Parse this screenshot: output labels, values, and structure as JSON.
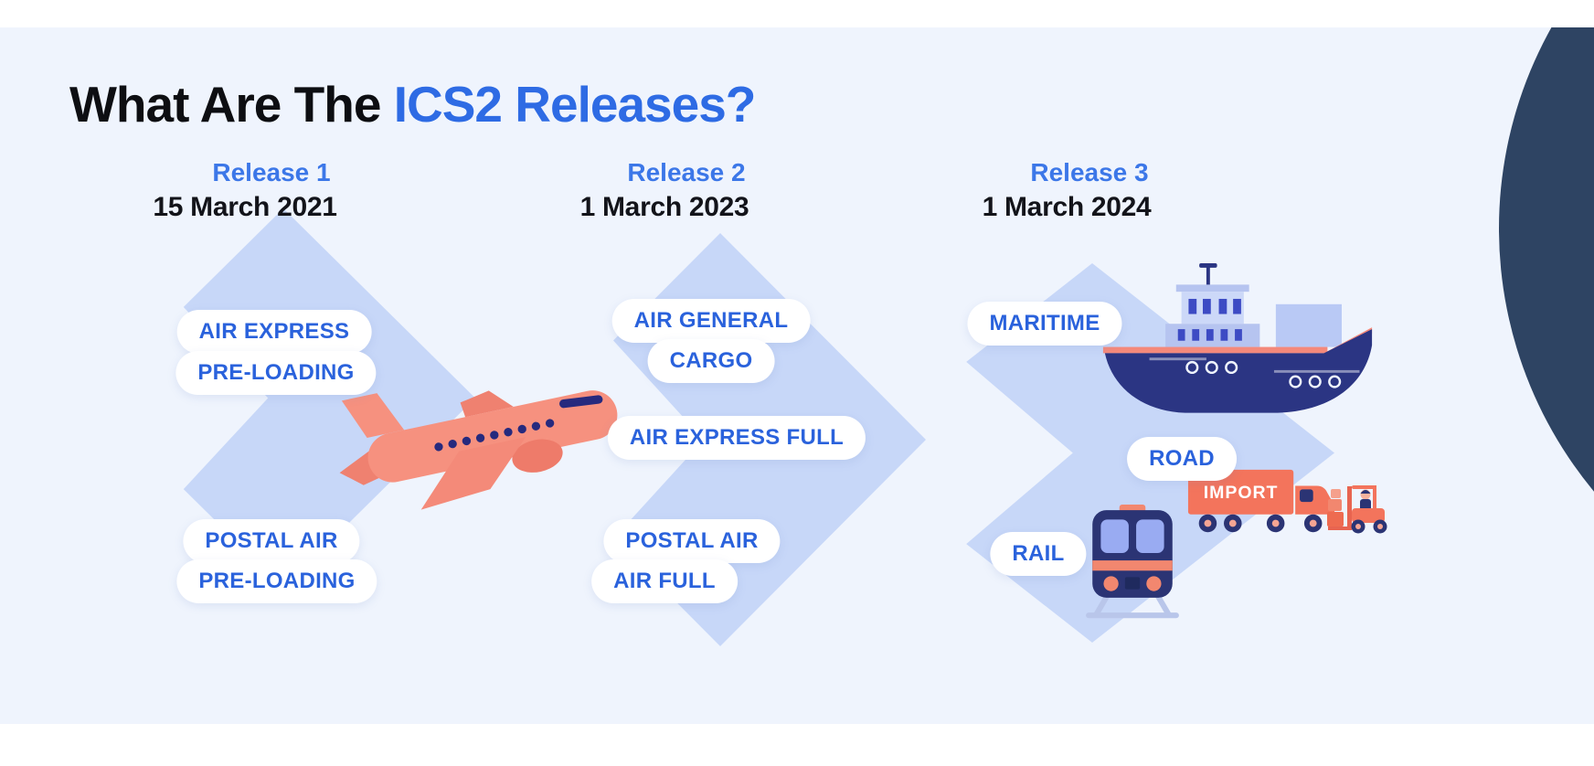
{
  "title": {
    "black": "What Are The ",
    "blue": "ICS2 Releases?"
  },
  "releases": [
    {
      "name": "Release 1",
      "date": "15 March 2021",
      "pills": [
        "AIR EXPRESS",
        "PRE-LOADING",
        "POSTAL AIR",
        "PRE-LOADING"
      ],
      "illustration": "airplane"
    },
    {
      "name": "Release 2",
      "date": "1 March 2023",
      "pills": [
        "AIR GENERAL",
        "CARGO",
        "AIR EXPRESS FULL",
        "POSTAL AIR",
        "AIR FULL"
      ]
    },
    {
      "name": "Release 3",
      "date": "1 March 2024",
      "pills": [
        "MARITIME",
        "ROAD",
        "RAIL"
      ],
      "truck_label": "IMPORT",
      "illustrations": [
        "cargo-ship",
        "import-truck",
        "forklift",
        "train"
      ]
    }
  ],
  "colors": {
    "panel_bg": "#eff4fd",
    "chevron_blue": "#c7d7f8",
    "accent_blue": "#2e6be4",
    "release_name_blue": "#3c77e8",
    "pill_text_blue": "#2a62dc",
    "dark_navy_shape": "#2e4463",
    "illustration_navy": "#2b3474",
    "illustration_coral": "#f3745c"
  }
}
